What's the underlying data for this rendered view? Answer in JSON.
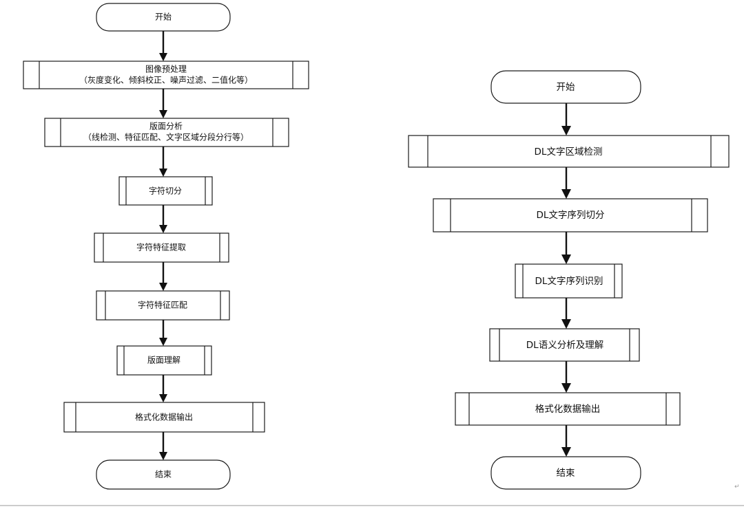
{
  "left_flow": {
    "start": "开始",
    "steps": [
      {
        "line1": "图像预处理",
        "line2": "（灰度变化、倾斜校正、噪声过滤、二值化等）"
      },
      {
        "line1": "版面分析",
        "line2": "（线检测、特征匹配、文字区域分段分行等）"
      },
      {
        "line1": "字符切分"
      },
      {
        "line1": "字符特征提取"
      },
      {
        "line1": "字符特征匹配"
      },
      {
        "line1": "版面理解"
      },
      {
        "line1": "格式化数据输出"
      }
    ],
    "end": "结束"
  },
  "right_flow": {
    "start": "开始",
    "steps": [
      {
        "line1": "DL文字区域检测"
      },
      {
        "line1": "DL文字序列切分"
      },
      {
        "line1": "DL文字序列识别"
      },
      {
        "line1": "DL语义分析及理解"
      },
      {
        "line1": "格式化数据输出"
      }
    ],
    "end": "结束"
  }
}
